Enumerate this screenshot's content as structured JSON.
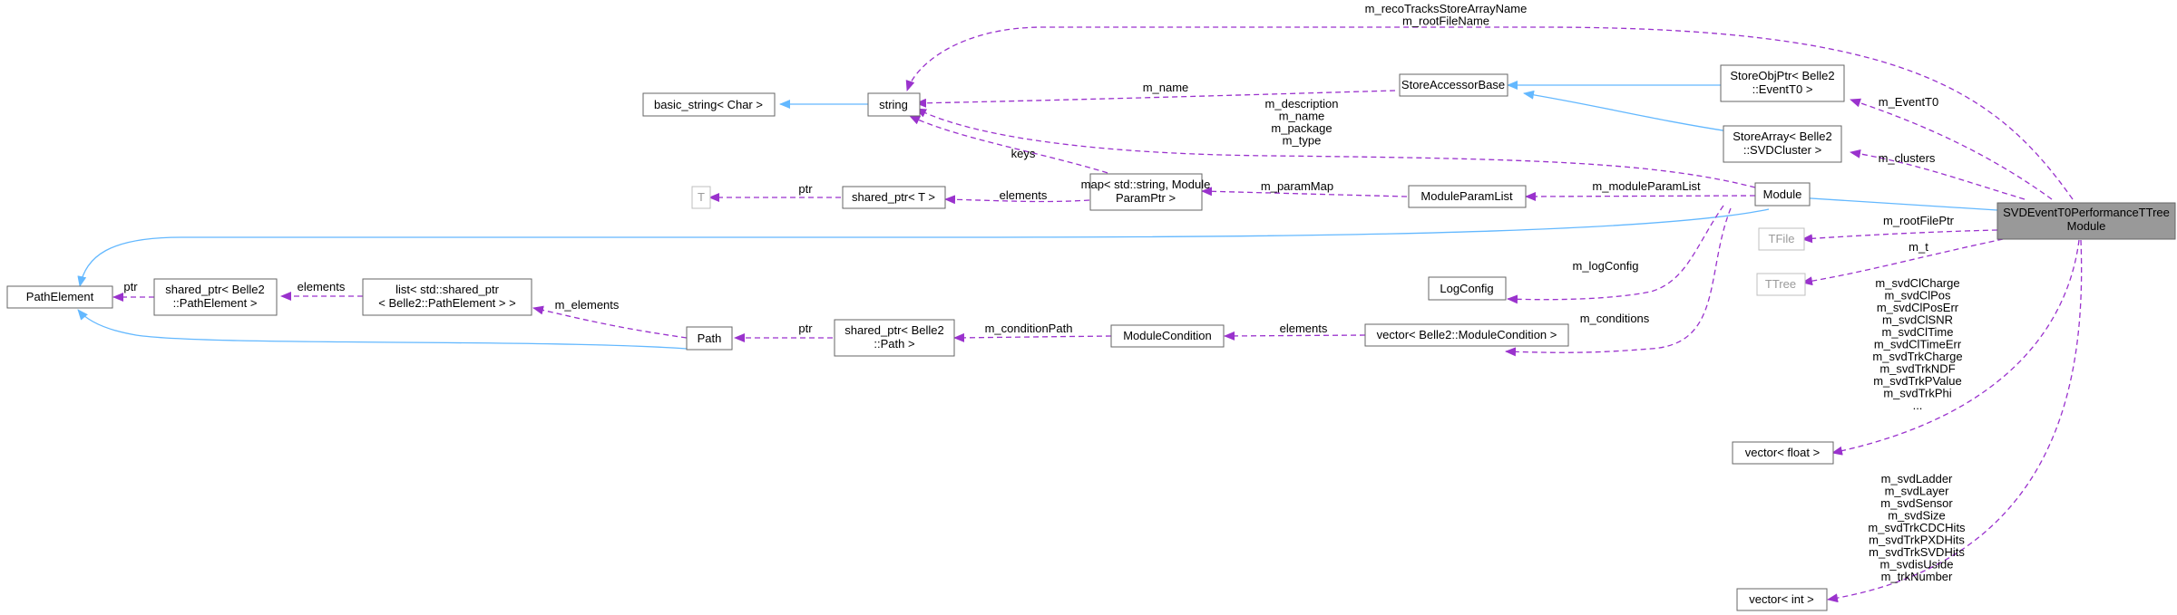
{
  "nodes": {
    "svd_module": [
      "SVDEventT0PerformanceTTree",
      "Module"
    ],
    "module": [
      "Module"
    ],
    "store_obj_ptr": [
      "StoreObjPtr< Belle2",
      "::EventT0 >"
    ],
    "store_array": [
      "StoreArray< Belle2",
      "::SVDCluster >"
    ],
    "store_accessor_base": [
      "StoreAccessorBase"
    ],
    "string": [
      "string"
    ],
    "basic_string": [
      "basic_string< Char >"
    ],
    "t": [
      "T"
    ],
    "shared_ptr_t": [
      "shared_ptr< T >"
    ],
    "map_param": [
      "map< std::string, Module",
      "ParamPtr >"
    ],
    "module_param_list": [
      "ModuleParamList"
    ],
    "path_element": [
      "PathElement"
    ],
    "shared_ptr_pathelement": [
      "shared_ptr< Belle2",
      "::PathElement >"
    ],
    "list_shared_ptr": [
      "list< std::shared_ptr",
      "< Belle2::PathElement > >"
    ],
    "path": [
      "Path"
    ],
    "shared_ptr_path": [
      "shared_ptr< Belle2",
      "::Path >"
    ],
    "module_condition": [
      "ModuleCondition"
    ],
    "vector_module_condition": [
      "vector< Belle2::ModuleCondition >"
    ],
    "log_config": [
      "LogConfig"
    ],
    "tfile": [
      "TFile"
    ],
    "ttree": [
      "TTree"
    ],
    "vector_float": [
      "vector< float >"
    ],
    "vector_int": [
      "vector< int >"
    ]
  },
  "edge_labels": {
    "reco_tracks": [
      "m_recoTracksStoreArrayName",
      "m_rootFileName"
    ],
    "event_t0": [
      "m_EventT0"
    ],
    "clusters": [
      "m_clusters"
    ],
    "m_name_sab": [
      "m_name"
    ],
    "module_string": [
      "m_description",
      "m_name",
      "m_package",
      "m_type"
    ],
    "keys": [
      "keys"
    ],
    "ptr_t": [
      "ptr"
    ],
    "elements_map": [
      "elements"
    ],
    "param_map": [
      "m_paramMap"
    ],
    "module_param_list": [
      "m_moduleParamList"
    ],
    "root_file_ptr": [
      "m_rootFilePtr"
    ],
    "m_t": [
      "m_t"
    ],
    "log_config": [
      "m_logConfig"
    ],
    "conditions": [
      "m_conditions"
    ],
    "ptr_pathelement": [
      "ptr"
    ],
    "elements_list": [
      "elements"
    ],
    "m_elements": [
      "m_elements"
    ],
    "ptr_path": [
      "ptr"
    ],
    "condition_path": [
      "m_conditionPath"
    ],
    "elements_cond": [
      "elements"
    ],
    "float_members": [
      "m_svdClCharge",
      "m_svdClPos",
      "m_svdClPosErr",
      "m_svdClSNR",
      "m_svdClTime",
      "m_svdClTimeErr",
      "m_svdTrkCharge",
      "m_svdTrkNDF",
      "m_svdTrkPValue",
      "m_svdTrkPhi",
      "..."
    ],
    "int_members": [
      "m_svdLadder",
      "m_svdLayer",
      "m_svdSensor",
      "m_svdSize",
      "m_svdTrkCDCHits",
      "m_svdTrkPXDHits",
      "m_svdTrkSVDHits",
      "m_svdisUside",
      "m_trkNumber"
    ]
  },
  "colors": {
    "inheritance_edge": "#63b8ff",
    "usage_edge": "#9a32cd",
    "focus_fill": "#999999",
    "node_border": "#666666",
    "muted_border": "#bfbfbf"
  }
}
